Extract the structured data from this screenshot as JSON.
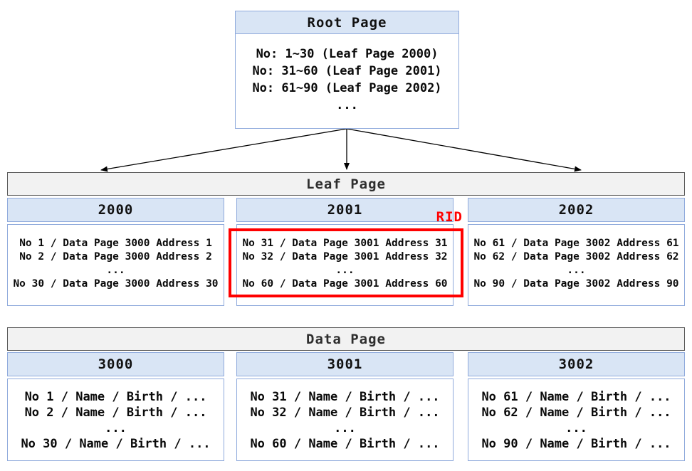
{
  "colors": {
    "page_header_fill": "#d9e5f5",
    "page_border": "#8faadc",
    "section_bar_fill": "#f2f2f2",
    "section_bar_border": "#595959",
    "highlight_red": "#ff0000",
    "text": "#0a0a0a"
  },
  "root_page": {
    "title": "Root Page",
    "rows": [
      "No: 1~30 (Leaf Page 2000)",
      "No: 31~60 (Leaf Page 2001)",
      "No: 61~90 (Leaf Page 2002)",
      "..."
    ]
  },
  "leaf": {
    "title": "Leaf Page",
    "rid_label": "RID",
    "pages": [
      {
        "id": "2000",
        "rows": [
          "No 1 / Data Page 3000 Address 1",
          "No 2 / Data Page 3000 Address 2",
          "...",
          "No 30 / Data Page 3000 Address 30"
        ]
      },
      {
        "id": "2001",
        "highlighted": true,
        "rows": [
          "No 31 / Data Page 3001 Address 31",
          "No 32 / Data Page 3001 Address 32",
          "...",
          "No 60 / Data Page 3001 Address 60"
        ]
      },
      {
        "id": "2002",
        "rows": [
          "No 61 / Data Page 3002 Address 61",
          "No 62 / Data Page 3002 Address 62",
          "...",
          "No 90 / Data Page 3002 Address 90"
        ]
      }
    ]
  },
  "data": {
    "title": "Data Page",
    "pages": [
      {
        "id": "3000",
        "rows": [
          "No 1 / Name / Birth / ...",
          "No 2 / Name / Birth / ...",
          "...",
          "No 30 / Name / Birth / ..."
        ]
      },
      {
        "id": "3001",
        "rows": [
          "No 31 / Name / Birth / ...",
          "No 32 / Name / Birth / ...",
          "...",
          "No 60 / Name / Birth / ..."
        ]
      },
      {
        "id": "3002",
        "rows": [
          "No 61 / Name / Birth / ...",
          "No 62 / Name / Birth / ...",
          "...",
          "No 90 / Name / Birth / ..."
        ]
      }
    ]
  }
}
